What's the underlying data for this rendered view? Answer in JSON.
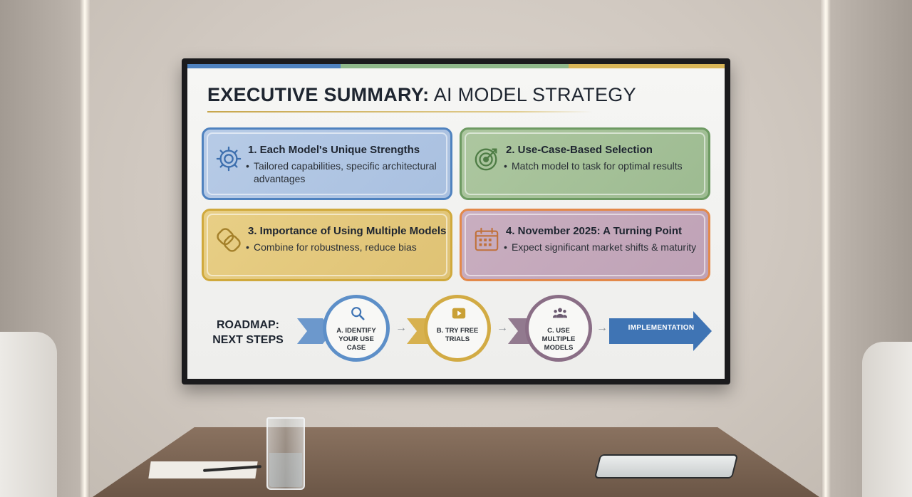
{
  "slide": {
    "title_bold": "EXECUTIVE SUMMARY:",
    "title_light": " AI MODEL STRATEGY",
    "accent_colors": [
      "#4f82bf",
      "#8fb88a",
      "#d9b657"
    ],
    "cards": [
      {
        "heading": "1. Each Model's Unique Strengths",
        "bullet": "Tailored capabilities, specific architectural advantages",
        "icon": "gear-icon",
        "color": "#4f82bf"
      },
      {
        "heading": "2. Use-Case-Based Selection",
        "bullet": "Match model to task for optimal results",
        "icon": "target-icon",
        "color": "#6d9a62"
      },
      {
        "heading": "3. Importance of Using Multiple Models",
        "bullet": "Combine for robustness, reduce bias",
        "icon": "interlocking-rings-icon",
        "color": "#d0a93c"
      },
      {
        "heading": "4. November 2025: A Turning Point",
        "bullet": "Expect significant market shifts & maturity",
        "icon": "calendar-icon",
        "color": "#e3894a"
      }
    ],
    "roadmap": {
      "label_line1": "ROADMAP:",
      "label_line2": "NEXT STEPS",
      "steps": [
        {
          "label": "A. IDENTIFY YOUR USE CASE",
          "icon": "magnifier-icon",
          "color": "#5d8fc8"
        },
        {
          "label": "B. TRY FREE TRIALS",
          "icon": "play-button-icon",
          "color": "#d2ab44"
        },
        {
          "label": "C. USE MULTIPLE MODELS",
          "icon": "people-group-icon",
          "color": "#8a6e86"
        }
      ],
      "final": "IMPLEMENTATION",
      "final_color": "#3f74b4"
    }
  }
}
